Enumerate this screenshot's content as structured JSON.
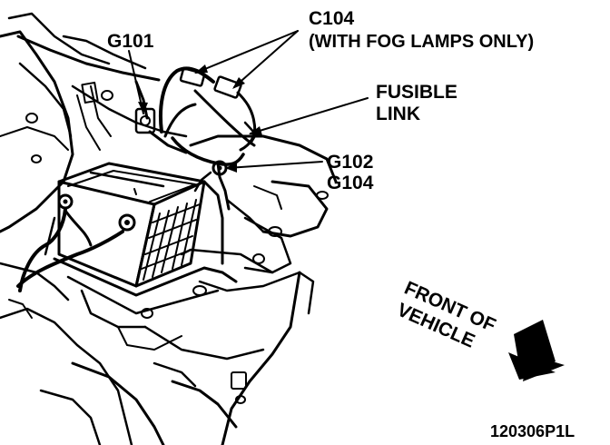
{
  "labels": {
    "g101": "G101",
    "c104": "C104",
    "c104_note": "(WITH FOG LAMPS ONLY)",
    "fusible_1": "FUSIBLE",
    "fusible_2": "LINK",
    "g102": "G102",
    "g104": "G104",
    "front_1": "FRONT OF",
    "front_2": "VEHICLE",
    "figure_id": "120306P1L"
  },
  "colors": {
    "ink": "#000000",
    "paper": "#ffffff"
  },
  "icons": {
    "direction_arrow": "front-arrow-icon"
  }
}
